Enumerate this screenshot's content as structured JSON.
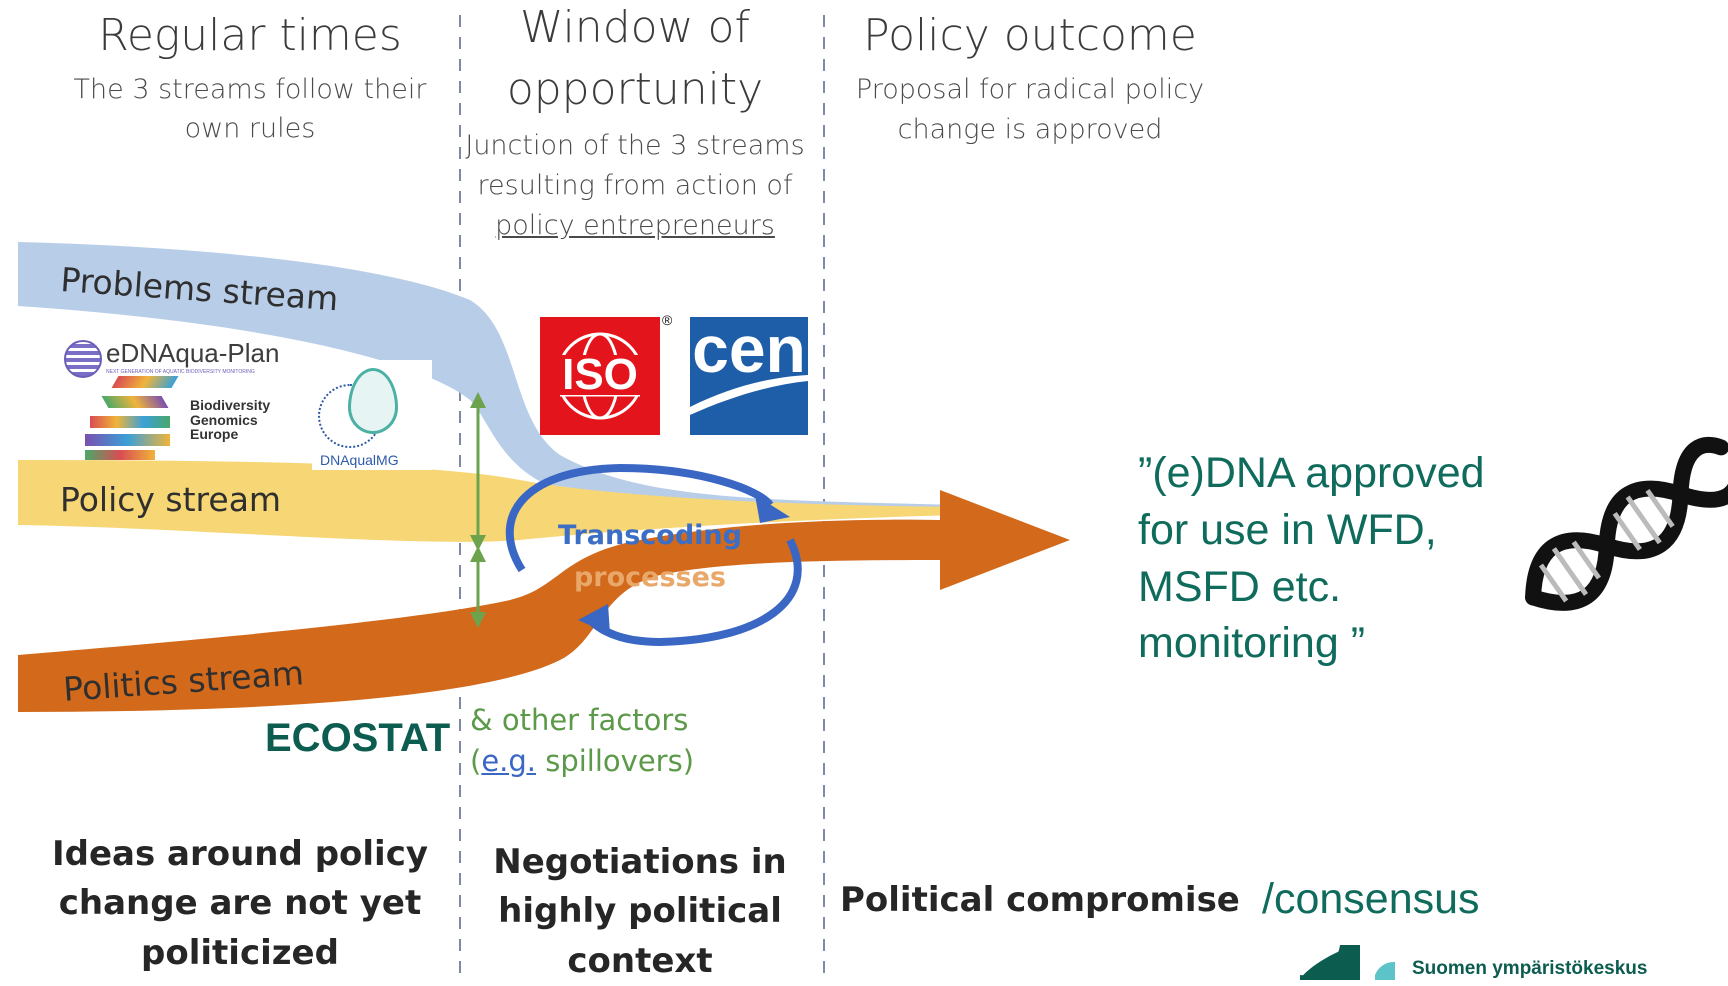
{
  "columns": [
    {
      "title": "Regular times",
      "subtitle": "The 3 streams follow their own rules"
    },
    {
      "title_line1": "Window of",
      "title_line2": "opportunity",
      "subtitle_line1": "Junction of the 3 streams",
      "subtitle_line2": "resulting from action of",
      "subtitle_line3": "policy entrepreneurs"
    },
    {
      "title": "Policy outcome",
      "subtitle_line1": "Proposal for radical policy",
      "subtitle_line2": "change is approved"
    }
  ],
  "streams": {
    "problems": "Problems stream",
    "policy": "Policy stream",
    "politics": "Politics stream"
  },
  "transcoding": {
    "line1": "Transcoding",
    "line2": "processes"
  },
  "other_factors": {
    "line1": "& other factors",
    "line2_link": "e.g.",
    "line2_prefix": "(",
    "line2_suffix": " spillovers)"
  },
  "ecostat": "ECOSTAT",
  "logos": {
    "ednaqua": "eDNAqua-Plan",
    "ednaqua_small": "NEXT GENERATION OF AQUATIC BIODIVERSITY MONITORING",
    "bge_line1": "Biodiversity",
    "bge_line2": "Genomics",
    "bge_line3": "Europe",
    "dnaqualimg": "DNAqualMG",
    "iso": "ISO",
    "iso_reg": "®",
    "cen": "cen",
    "syke": "Suomen ympäristökeskus"
  },
  "outcome_quote": {
    "line1": "”(e)DNA approved",
    "line2": "for use in WFD,",
    "line3": "MSFD etc.",
    "line4": "monitoring ”"
  },
  "footer": {
    "col1": {
      "line1": "Ideas around policy",
      "line2": "change are not yet",
      "line3": "politicized"
    },
    "col2": {
      "line1": "Negotiations in",
      "line2": "highly political",
      "line3": "context"
    },
    "col3": "Political compromise",
    "consensus": "/consensus"
  },
  "colors": {
    "problems": "#b8cde8",
    "policy": "#f7d675",
    "politics": "#d2691b",
    "cycle": "#3a66c4",
    "teal": "#0d5c50",
    "iso_red": "#e3141b",
    "cen_blue": "#1e5ea8",
    "green": "#6da34d"
  }
}
